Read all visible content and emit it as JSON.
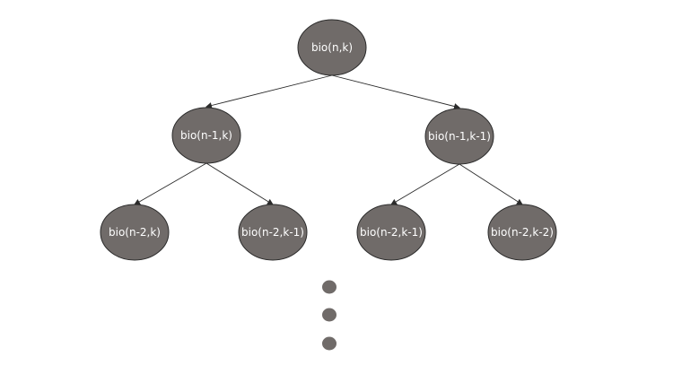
{
  "diagram": {
    "nodes": [
      {
        "id": "root",
        "label": "bio(n,k)"
      },
      {
        "id": "l1",
        "label": "bio(n-1,k)"
      },
      {
        "id": "r1",
        "label": "bio(n-1,k-1)"
      },
      {
        "id": "ll",
        "label": "bio(n-2,k)"
      },
      {
        "id": "lr",
        "label": "bio(n-2,k-1)"
      },
      {
        "id": "rl",
        "label": "bio(n-2,k-1)"
      },
      {
        "id": "rr",
        "label": "bio(n-2,k-2)"
      }
    ],
    "edges": [
      {
        "from": "root",
        "to": "l1"
      },
      {
        "from": "root",
        "to": "r1"
      },
      {
        "from": "l1",
        "to": "ll"
      },
      {
        "from": "l1",
        "to": "lr"
      },
      {
        "from": "r1",
        "to": "rl"
      },
      {
        "from": "r1",
        "to": "rr"
      }
    ],
    "colors": {
      "node_fill": "#706b69",
      "node_text": "#ffffff",
      "edge": "#2b2b2b"
    }
  }
}
